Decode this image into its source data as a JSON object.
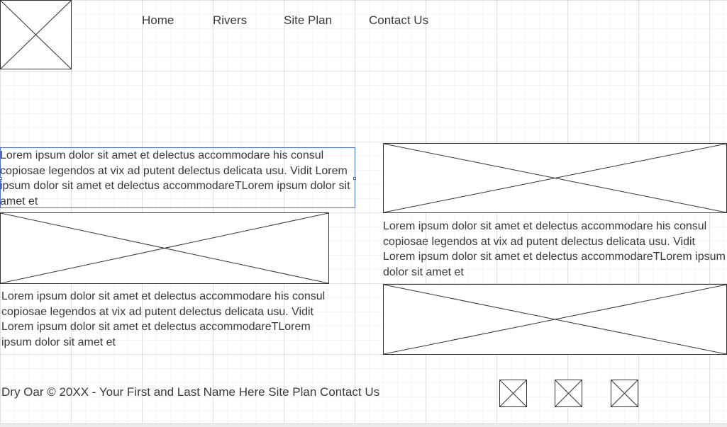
{
  "header": {
    "logo_icon": "image-placeholder-icon",
    "nav": [
      {
        "label": "Home"
      },
      {
        "label": "Rivers"
      },
      {
        "label": "Site Plan"
      },
      {
        "label": "Contact Us"
      }
    ]
  },
  "content": {
    "text_block_1": "Lorem ipsum dolor sit amet et delectus accommodare his consul copiosae legendos at vix ad putent delectus delicata usu. Vidit Lorem ipsum dolor sit amet et delectus accommodareTLorem ipsum dolor sit amet et",
    "text_block_2": "Lorem ipsum dolor sit amet et delectus accommodare his consul copiosae legendos at vix ad putent delectus delicata usu. Vidit Lorem ipsum dolor sit amet et delectus accommodareTLorem ipsum dolor sit amet et",
    "text_block_3": "Lorem ipsum dolor sit amet et delectus accommodare his consul copiosae legendos at vix ad putent delectus delicata usu. Vidit Lorem ipsum dolor sit amet et delectus accommodareTLorem ipsum dolor sit amet et"
  },
  "footer": {
    "text": "Dry Oar © 20XX - Your First and Last Name Here Site Plan Contact Us",
    "social_icons": [
      "image-placeholder-icon",
      "image-placeholder-icon",
      "image-placeholder-icon"
    ]
  },
  "colors": {
    "grid": "#e6e6e6",
    "selection": "#4a6fc4",
    "stroke": "#333333"
  }
}
